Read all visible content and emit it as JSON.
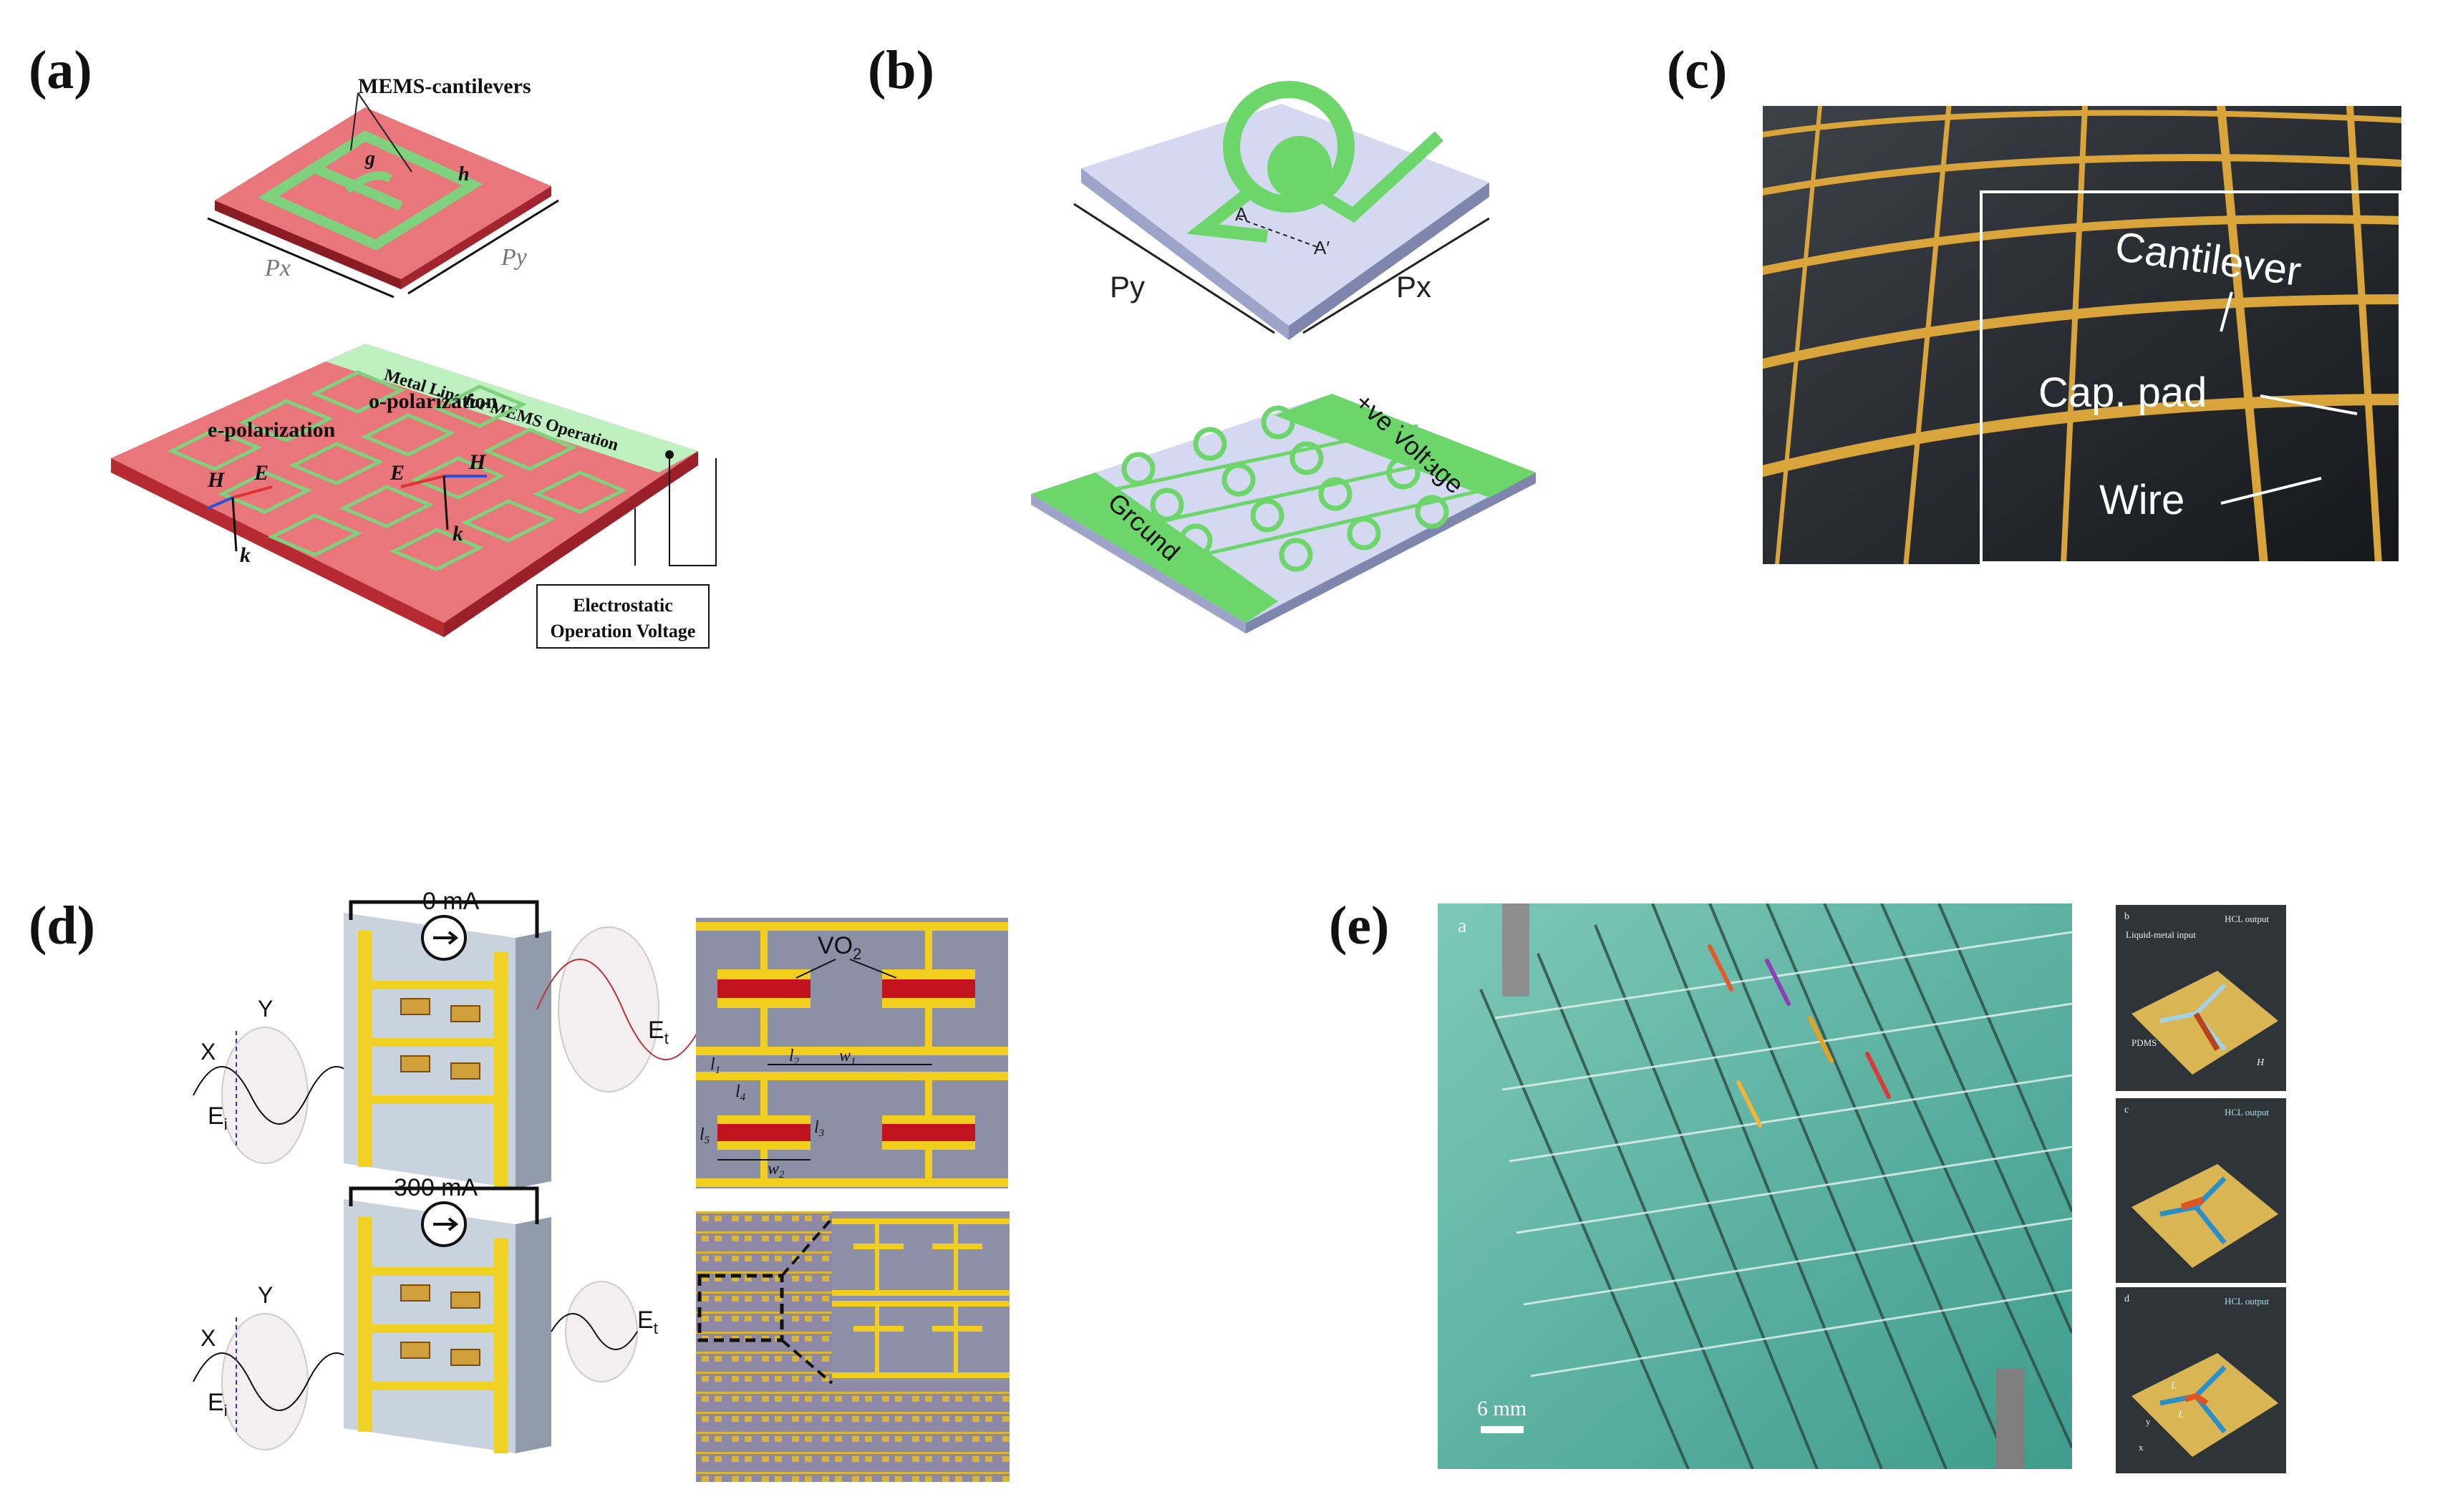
{
  "labels": {
    "a": "(a)",
    "b": "(b)",
    "c": "(c)",
    "d": "(d)",
    "e": "(e)"
  },
  "a": {
    "cantilevers": "MEMS-cantilevers",
    "g": "g",
    "h": "h",
    "px": "Px",
    "py": "Py",
    "metal_line": "Metal Line for MEMS Operation",
    "e_pol": "e-polarization",
    "o_pol": "o-polarization",
    "H": "H",
    "E": "E",
    "k": "k",
    "esov1": "Electrostatic",
    "esov2": "Operation Voltage"
  },
  "b": {
    "A": "A",
    "A2": "A′",
    "py": "Py",
    "px": "Px",
    "ground": "Ground",
    "vevolt": "+ve Voltage"
  },
  "c": {
    "cantilever": "Cantilever",
    "cap": "Cap. pad",
    "wire": "Wire"
  },
  "d": {
    "i0": "0 mA",
    "i300": "300 mA",
    "Y": "Y",
    "X": "X",
    "Ei": "E",
    "Ei_sub": "i",
    "Et": "E",
    "Et_sub": "t",
    "vo2": "VO",
    "vo2_sub": "2",
    "l1": "l",
    "l1s": "1",
    "l2": "l",
    "l2s": "2",
    "l3": "l",
    "l3s": "3",
    "l4": "l",
    "l4s": "4",
    "l5": "l",
    "l5s": "5",
    "w1": "w",
    "w1s": "1",
    "w2": "w",
    "w2s": "2"
  },
  "e": {
    "a": "a",
    "scale": "6 mm",
    "b": "b",
    "hcl_b": "HCL output",
    "lm_input": "Liquid-metal input",
    "pdms": "PDMS",
    "H": "H",
    "c": "c",
    "hcl_c": "HCL output",
    "d": "d",
    "hcl_d": "HCL output",
    "L1": "L",
    "L2": "L",
    "y": "y",
    "x": "x"
  }
}
